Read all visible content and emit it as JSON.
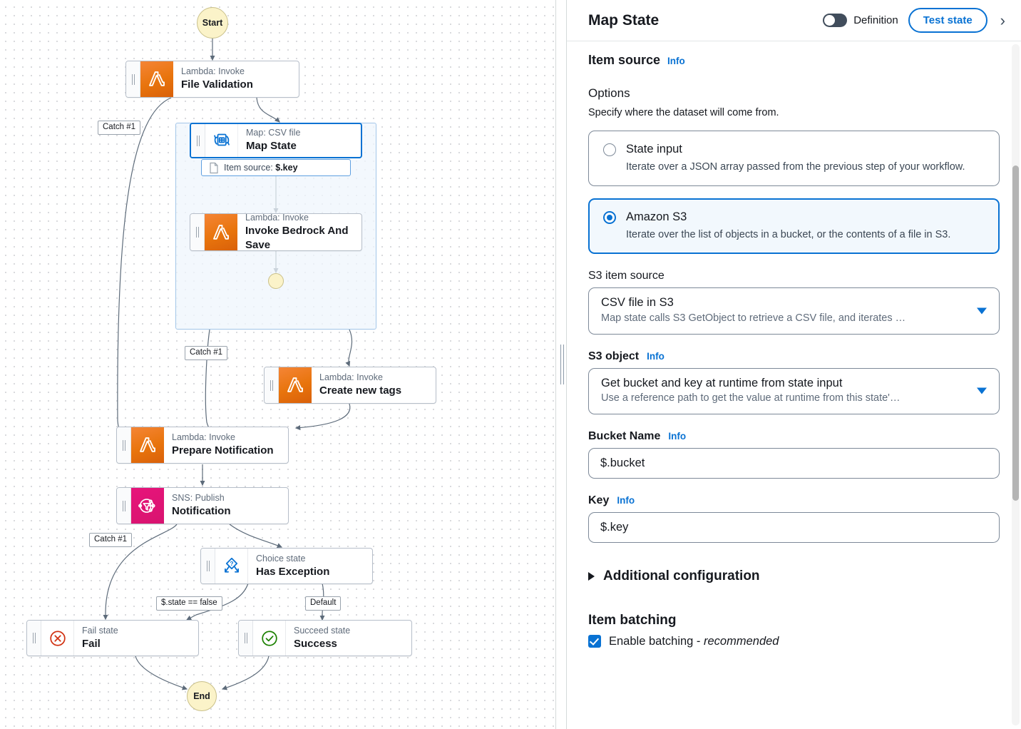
{
  "canvas": {
    "start_node": {
      "label": "Start"
    },
    "end_node": {
      "label": "End"
    },
    "map_inner_end": {
      "label": ""
    },
    "nodes": [
      {
        "id": "file-validation",
        "type": "Lambda: Invoke",
        "name": "File Validation",
        "icon": "lambda-icon"
      },
      {
        "id": "map-state",
        "type": "Map: CSV file",
        "name": "Map State",
        "icon": "map-csv-icon"
      },
      {
        "id": "invoke-bedrock-and-save",
        "type": "Lambda: Invoke",
        "name": "Invoke Bedrock And Save",
        "icon": "lambda-icon"
      },
      {
        "id": "create-new-tags",
        "type": "Lambda: Invoke",
        "name": "Create new tags",
        "icon": "lambda-icon"
      },
      {
        "id": "prepare-notification",
        "type": "Lambda: Invoke",
        "name": "Prepare Notification",
        "icon": "lambda-icon"
      },
      {
        "id": "notification",
        "type": "SNS: Publish",
        "name": "Notification",
        "icon": "sns-icon"
      },
      {
        "id": "has-exception",
        "type": "Choice state",
        "name": "Has Exception",
        "icon": "choice-icon"
      },
      {
        "id": "fail",
        "type": "Fail state",
        "name": "Fail",
        "icon": "fail-icon"
      },
      {
        "id": "success",
        "type": "Succeed state",
        "name": "Success",
        "icon": "succeed-icon"
      }
    ],
    "map_item_source_chip": {
      "prefix": "Item source: ",
      "value": "$.key"
    },
    "edge_labels": [
      {
        "id": "catch1-file-validation",
        "text": "Catch #1"
      },
      {
        "id": "catch1-map-state",
        "text": "Catch #1"
      },
      {
        "id": "catch1-notification",
        "text": "Catch #1"
      },
      {
        "id": "choice-false",
        "text": "$.state == false"
      },
      {
        "id": "choice-default",
        "text": "Default"
      }
    ]
  },
  "panel": {
    "title": "Map State",
    "toggle_label": "Definition",
    "test_state_label": "Test state",
    "collapse_icon": "chevron-right-icon",
    "section": {
      "heading": "Item source",
      "info": "Info"
    },
    "options": {
      "heading": "Options",
      "description": "Specify where the dataset will come from.",
      "items": [
        {
          "id": "state-input",
          "title": "State input",
          "description": "Iterate over a JSON array passed from the previous step of your workflow.",
          "selected": false
        },
        {
          "id": "amazon-s3",
          "title": "Amazon S3",
          "description": "Iterate over the list of objects in a bucket, or the contents of a file in S3.",
          "selected": true
        }
      ]
    },
    "s3_item_source": {
      "label": "S3 item source",
      "value": "CSV file in S3",
      "value_description": "Map state calls S3 GetObject to retrieve a CSV file, and iterates …"
    },
    "s3_object": {
      "label": "S3 object",
      "info": "Info",
      "value": "Get bucket and key at runtime from state input",
      "value_description": "Use a reference path to get the value at runtime from this state'…"
    },
    "bucket_name": {
      "label": "Bucket Name",
      "info": "Info",
      "value": "$.bucket"
    },
    "key": {
      "label": "Key",
      "info": "Info",
      "value": "$.key"
    },
    "additional_configuration": {
      "label": "Additional configuration",
      "expanded": false
    },
    "item_batching": {
      "heading": "Item batching",
      "checkbox_label": "Enable batching - ",
      "checkbox_label_em": "recommended",
      "checked": true
    }
  },
  "colors": {
    "accent": "#0972d3",
    "lambda": "#e8740c",
    "sns": "#e7157b",
    "fail": "#d13212",
    "succeed": "#1d8102",
    "terminal": "#fbf3c9",
    "map_container": "#eff6fc"
  }
}
